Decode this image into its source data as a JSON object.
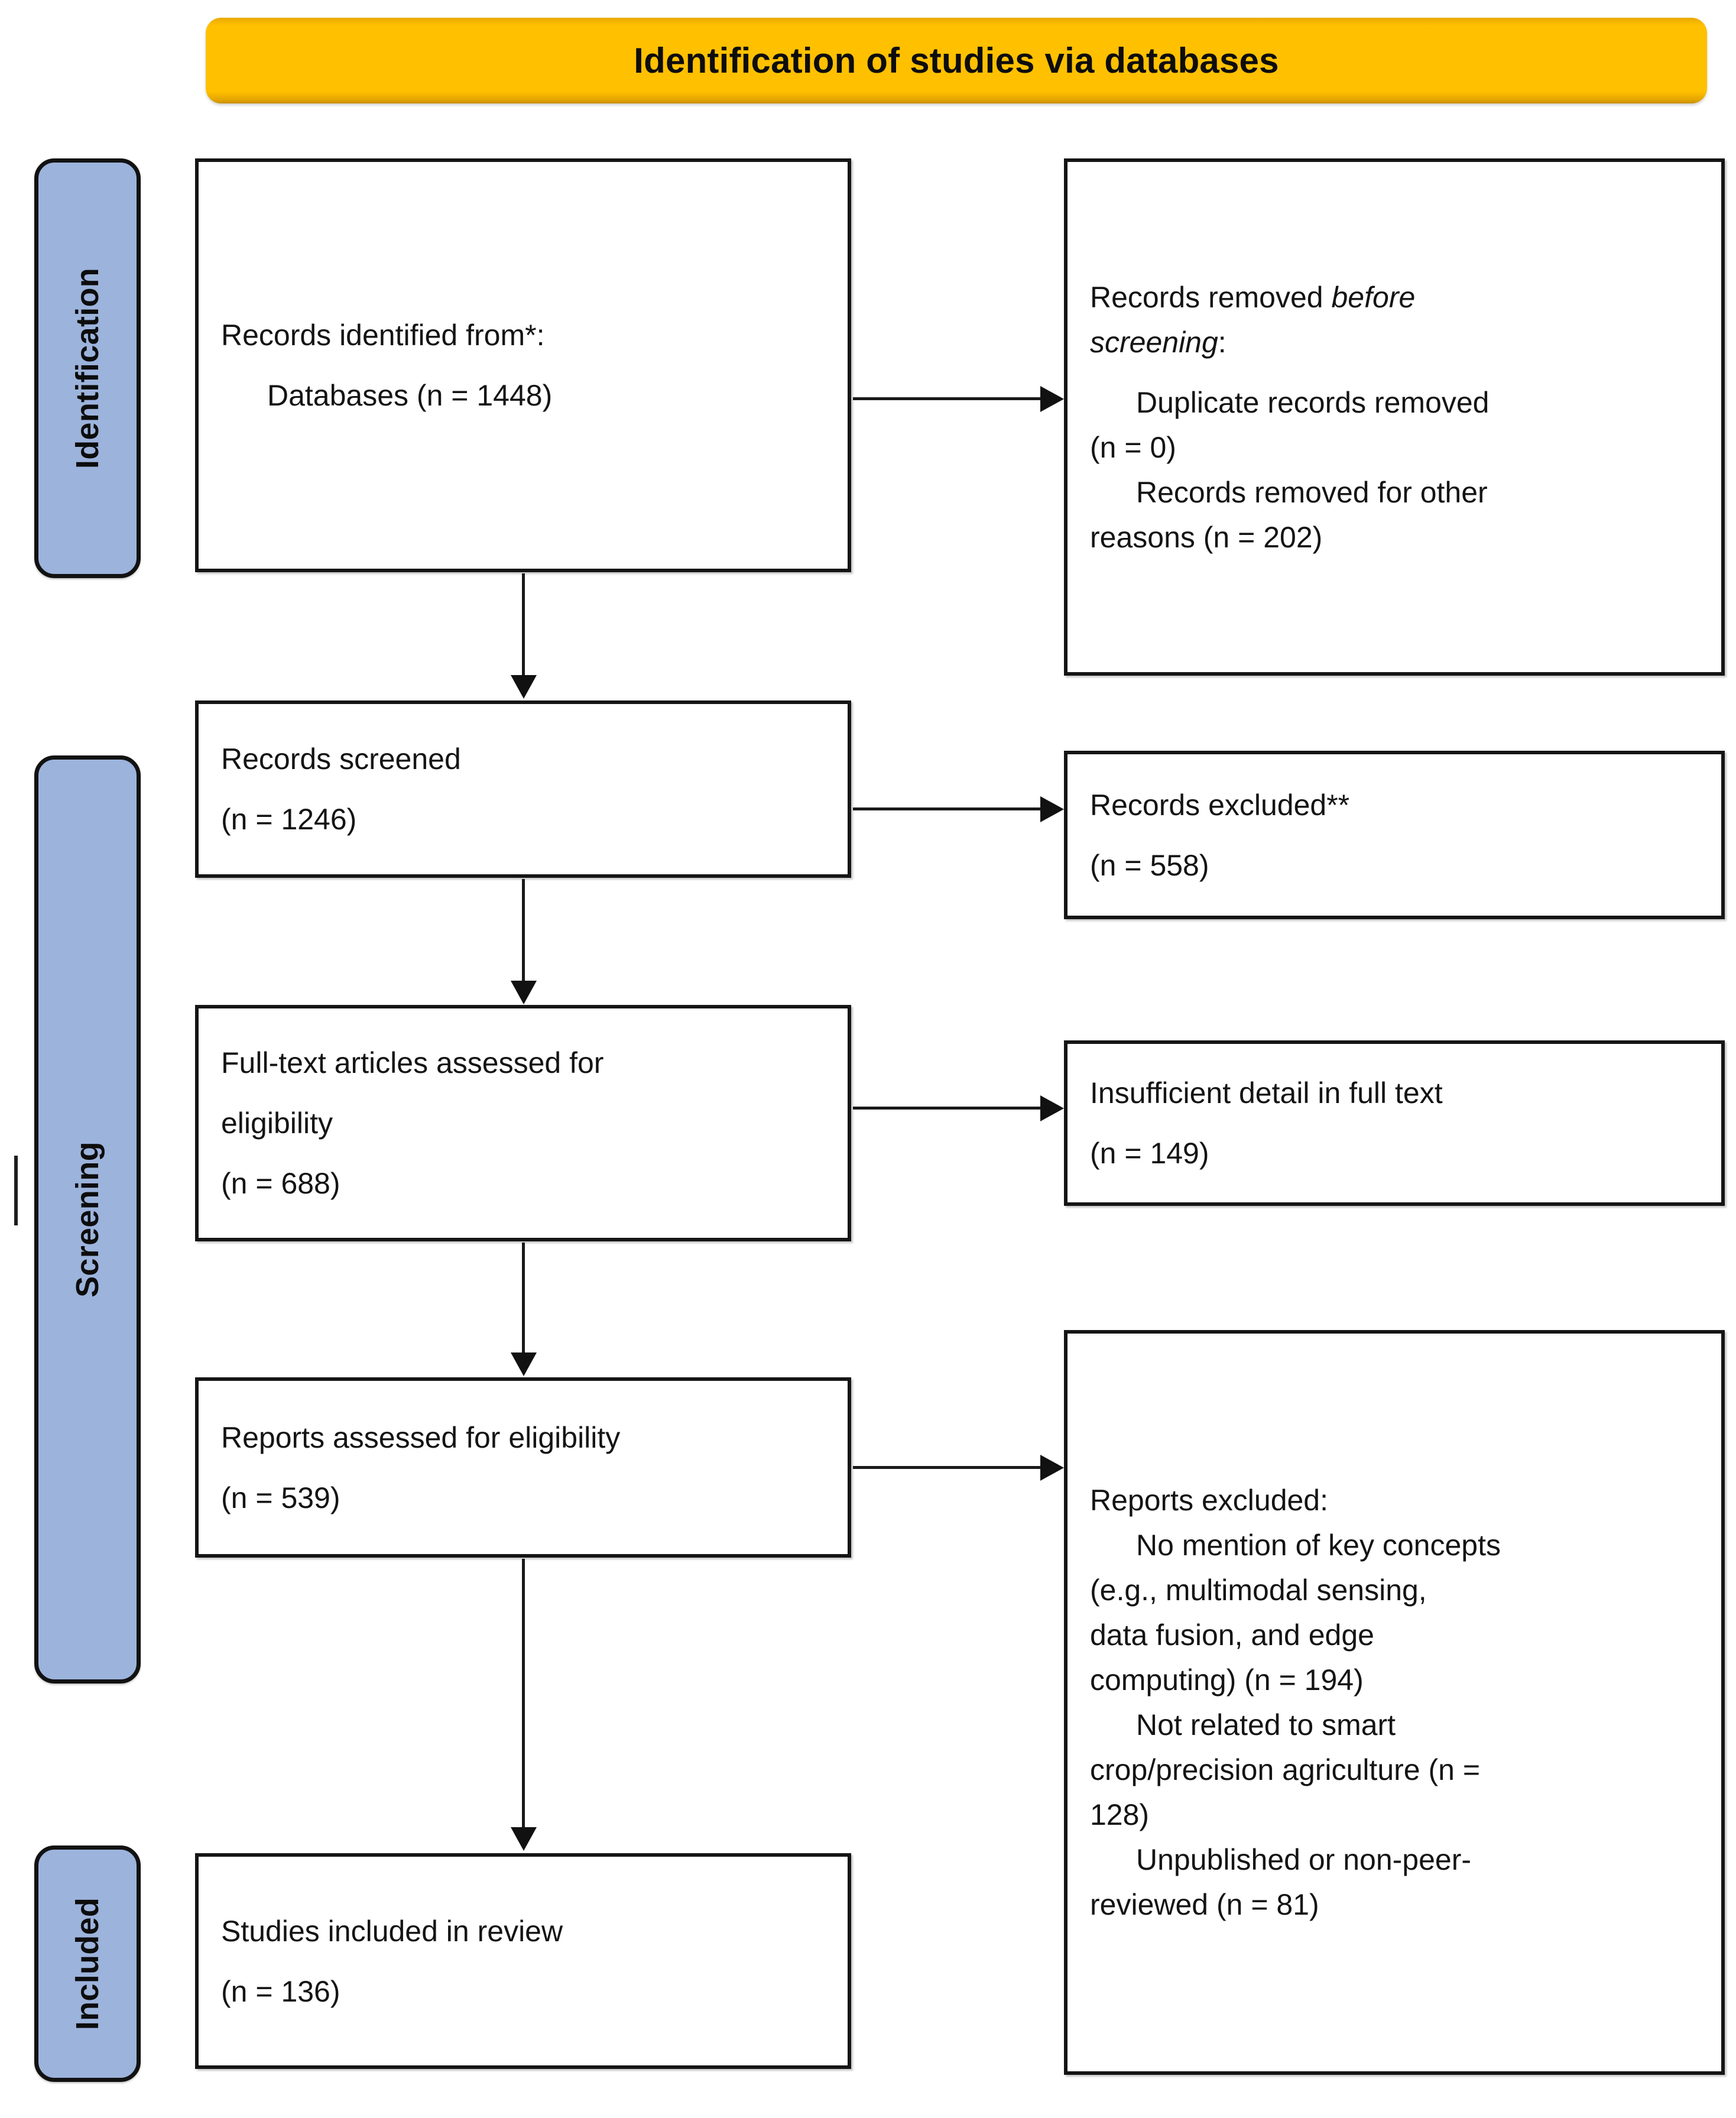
{
  "header": {
    "title": "Identification of studies via databases",
    "background_color": "#FFC000",
    "text_color": "#0D0D0D"
  },
  "stages": {
    "accent_color": "#9CB3DC",
    "border_color": "#121212",
    "items": [
      {
        "id": "identification",
        "label": "Identification"
      },
      {
        "id": "screening",
        "label": "Screening"
      },
      {
        "id": "included",
        "label": "Included"
      }
    ]
  },
  "boxes": {
    "identified": {
      "line1": "Records identified from*:",
      "line2": "Databases (n = 1448)"
    },
    "removed_before": {
      "line1_plain": "Records removed ",
      "line1_italic": "before",
      "line2_italic": "screening",
      "line2_plain": ":",
      "line3": "Duplicate records removed",
      "line4": "(n = 0)",
      "line5": "Records removed for other",
      "line6": "reasons (n = 202)"
    },
    "screened": {
      "line1": "Records screened",
      "line2": "(n = 1246)"
    },
    "records_excluded": {
      "line1": "Records excluded**",
      "line2": "(n = 558)"
    },
    "fulltext": {
      "line1": "Full-text articles assessed for",
      "line2": "eligibility",
      "line3": "(n = 688)"
    },
    "insufficient": {
      "line1": "Insufficient detail in full text",
      "line2": "(n = 149)"
    },
    "reports_assessed": {
      "line1": "Reports assessed for eligibility",
      "line2": "(n = 539)"
    },
    "reports_excluded": {
      "title": "Reports excluded:",
      "reason1_line1": "No mention of key concepts",
      "reason1_line2": "(e.g., multimodal sensing,",
      "reason1_line3": "data fusion, and edge",
      "reason1_line4": "computing) (n = 194)",
      "reason2_line1": "Not related to smart",
      "reason2_line2": "crop/precision agriculture (n =",
      "reason2_line3": "128)",
      "reason3_line1": "Unpublished or non-peer-",
      "reason3_line2": "reviewed (n = 81)"
    },
    "included": {
      "line1": "Studies included in review",
      "line2": "(n = 136)"
    }
  },
  "chart_data": {
    "type": "diagram",
    "diagram_kind": "PRISMA flow diagram",
    "title": "Identification of studies via databases",
    "nodes": [
      {
        "id": "identified",
        "stage": "Identification",
        "label": "Records identified from*: Databases",
        "n": 1448
      },
      {
        "id": "removed_before",
        "stage": "Identification",
        "label": "Records removed before screening",
        "duplicate_records_removed": 0,
        "removed_other_reasons": 202
      },
      {
        "id": "screened",
        "stage": "Screening",
        "label": "Records screened",
        "n": 1246
      },
      {
        "id": "records_excluded",
        "stage": "Screening",
        "label": "Records excluded**",
        "n": 558
      },
      {
        "id": "fulltext",
        "stage": "Screening",
        "label": "Full-text articles assessed for eligibility",
        "n": 688
      },
      {
        "id": "insufficient",
        "stage": "Screening",
        "label": "Insufficient detail in full text",
        "n": 149
      },
      {
        "id": "reports_assessed",
        "stage": "Screening",
        "label": "Reports assessed for eligibility",
        "n": 539
      },
      {
        "id": "reports_excluded",
        "stage": "Screening",
        "label": "Reports excluded",
        "no_mention_key_concepts": 194,
        "not_related_smart_crop": 128,
        "unpublished_non_peer_reviewed": 81
      },
      {
        "id": "included",
        "stage": "Included",
        "label": "Studies included in review",
        "n": 136
      }
    ],
    "edges": [
      {
        "from": "identified",
        "to": "removed_before",
        "direction": "right"
      },
      {
        "from": "identified",
        "to": "screened",
        "direction": "down"
      },
      {
        "from": "screened",
        "to": "records_excluded",
        "direction": "right"
      },
      {
        "from": "screened",
        "to": "fulltext",
        "direction": "down"
      },
      {
        "from": "fulltext",
        "to": "insufficient",
        "direction": "right"
      },
      {
        "from": "fulltext",
        "to": "reports_assessed",
        "direction": "down"
      },
      {
        "from": "reports_assessed",
        "to": "reports_excluded",
        "direction": "right"
      },
      {
        "from": "reports_assessed",
        "to": "included",
        "direction": "down"
      }
    ]
  }
}
